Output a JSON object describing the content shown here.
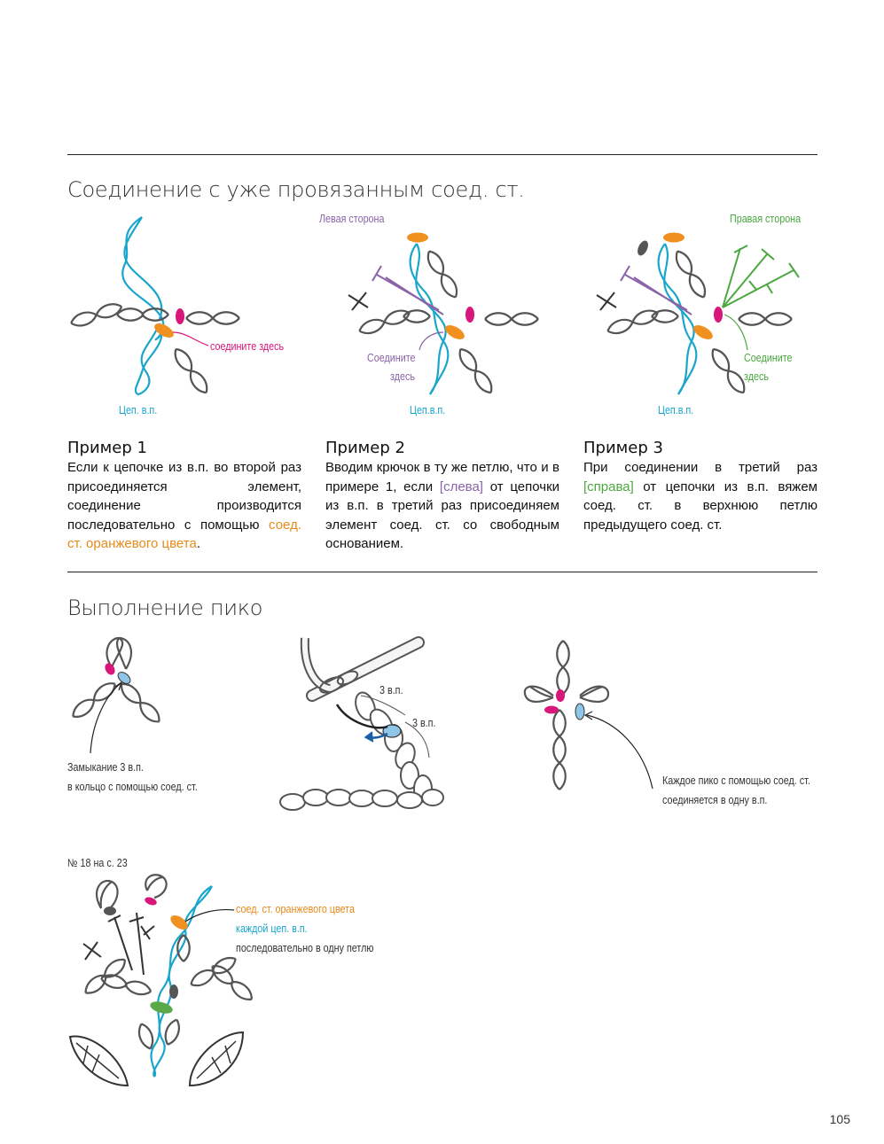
{
  "section1": {
    "title": "Соединение с уже провязанным соед. ст.",
    "fig1": {
      "join_label": "соедините здесь",
      "chain_label": "Цеп. в.п."
    },
    "fig2": {
      "side_label": "Левая сторона",
      "join_label_1": "Соедините",
      "join_label_2": "здесь",
      "chain_label": "Цеп.в.п."
    },
    "fig3": {
      "side_label": "Правая сторона",
      "join_label_1": "Соедините",
      "join_label_2": "здесь",
      "chain_label": "Цеп.в.п."
    },
    "examples": [
      {
        "title": "Пример 1",
        "parts": [
          "Если к цепочке из в.п. во второй раз присоединяется элемент, соединение производится последовательно с помощью ",
          "соед. ст. оранжевого цвета",
          "."
        ]
      },
      {
        "title": "Пример 2",
        "parts": [
          "Вводим крючок в ту же петлю, что и в примере 1, если ",
          "[слева]",
          " от цепочки из в.п. в третий раз присоединяем элемент соед. ст. со свободным основанием."
        ]
      },
      {
        "title": "Пример 3",
        "parts": [
          "При соединении в третий раз ",
          "[справа]",
          " от цепочки из в.п. вяжем соед. ст. в верхнюю петлю предыдущего соед. ст."
        ]
      }
    ]
  },
  "section2": {
    "title": "Выполнение пико",
    "fig1": {
      "label_1": "Замыкание 3 в.п.",
      "label_2": "в кольцо с помощью соед. ст."
    },
    "fig2": {
      "label_a": "3 в.п.",
      "label_b": "3 в.п."
    },
    "fig3": {
      "label_1": "Каждое пико с помощью соед. ст.",
      "label_2": "соединяется в одну в.п."
    },
    "fig4": {
      "ref": "№ 18 на с. 23",
      "label_1": "соед. ст. оранжевого цвета",
      "label_2": "каждой цеп. в.п.",
      "label_3": "последовательно в одну петлю"
    }
  },
  "page_number": "105",
  "colors": {
    "cyan": "#1aa6cc",
    "orange": "#f0901e",
    "magenta": "#d8177a",
    "purple": "#8a63a8",
    "green": "#4aa83f",
    "grey": "#555555",
    "light_blue": "#8fc6e8"
  }
}
